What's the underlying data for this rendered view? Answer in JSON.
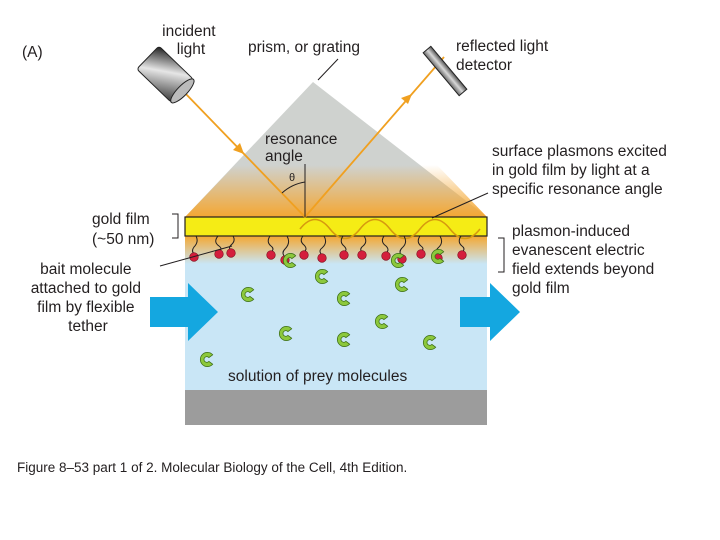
{
  "panel_label": "(A)",
  "labels": {
    "incident_light": [
      "incident",
      "light"
    ],
    "prism": "prism, or grating",
    "reflected_detector": [
      "reflected light",
      "detector"
    ],
    "resonance_angle": [
      "resonance",
      "angle"
    ],
    "theta": "θ",
    "surface_plasmons": [
      "surface plasmons excited",
      "in gold film by light at a",
      "specific resonance angle"
    ],
    "gold_film": [
      "gold film",
      "(~50 nm)"
    ],
    "evanescent": [
      "plasmon-induced",
      "evanescent electric",
      "field extends beyond",
      "gold film"
    ],
    "bait": [
      "bait molecule",
      "attached to gold",
      "film by flexible",
      "tether"
    ],
    "solution": "solution of prey molecules"
  },
  "caption": "Figure 8–53 part 1 of 2. Molecular Biology of the Cell, 4th Edition.",
  "colors": {
    "prism": "#cfd2cf",
    "gold": "#f5ec15",
    "gradient": "#f4a732",
    "solution": "#c9e6f6",
    "base": "#9c9c9c",
    "arrow": "#14a7e0",
    "light_ray": "#f0a020",
    "bait": "#d41e3c",
    "prey": "#8cc83c"
  },
  "icons": [
    "light-source-icon",
    "detector-icon",
    "flow-arrow-icon",
    "bait-molecule-icon",
    "prey-molecule-icon"
  ]
}
